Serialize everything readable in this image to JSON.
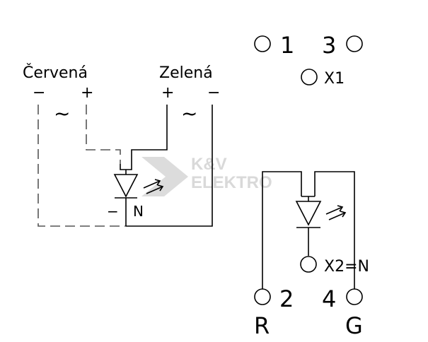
{
  "labels": {
    "red": "Červená",
    "green": "Zelená",
    "red_minus": "−",
    "red_plus": "+",
    "green_plus": "+",
    "green_minus": "−",
    "red_ac": "~",
    "green_ac": "~",
    "cathode_minus": "−",
    "cathode_n": "N",
    "term_1": "1",
    "term_3": "3",
    "term_x1": "X1",
    "term_x2": "X2=N",
    "term_2": "2",
    "term_4": "4",
    "term_r": "R",
    "term_g": "G"
  },
  "watermark": {
    "line1": "K&V",
    "line2": "ELEKTRO"
  },
  "colors": {
    "ink": "#000000",
    "watermark": "#d9d9d9"
  }
}
